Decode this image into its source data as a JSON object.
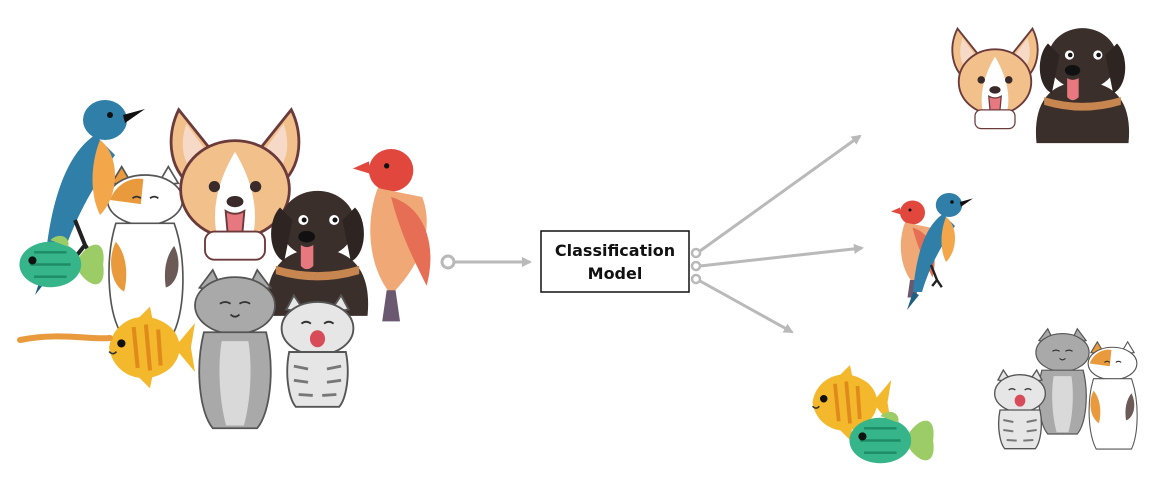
{
  "model": {
    "line1": "Classification",
    "line2": "Model"
  },
  "groups": {
    "input": {
      "icon": "mixed-animals-illustration"
    },
    "output_dogs": {
      "icon": "dogs-illustration"
    },
    "output_birds": {
      "icon": "birds-illustration"
    },
    "output_fish": {
      "icon": "fish-illustration"
    },
    "output_cats": {
      "icon": "cats-illustration"
    }
  },
  "colors": {
    "arrow": "#b9b9b9",
    "box_border": "#111111",
    "corgi": "#f2c08a",
    "black_dog": "#3b2f2c",
    "blue_bird": "#2f7fa8",
    "red_bird": "#e2473e",
    "yellow_fish": "#f3b82b",
    "green_fish": "#36b58a",
    "gray_cat": "#a9a9a9",
    "calico": "#e89a3d"
  }
}
